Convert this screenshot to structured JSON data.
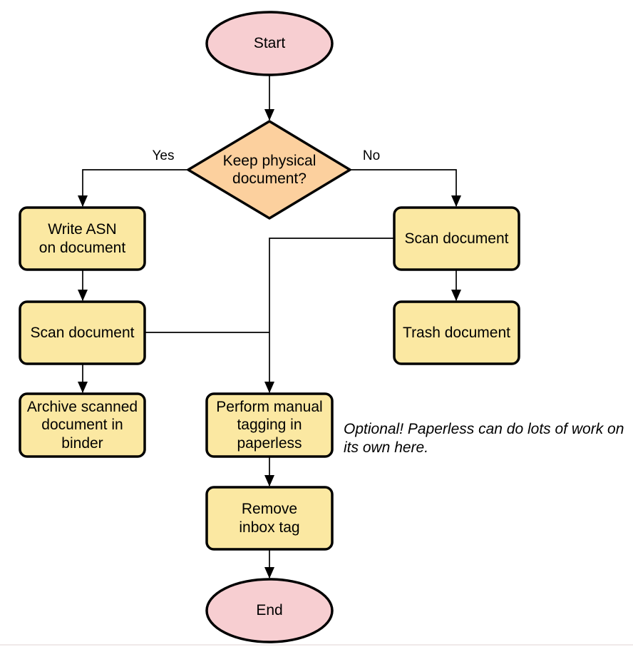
{
  "diagram": {
    "type": "flowchart",
    "colors": {
      "terminal_fill": "#f7ced1",
      "decision_fill": "#fcd09e",
      "process_fill": "#fbe8a2",
      "shape_stroke": "#000000",
      "connector_stroke": "#000000",
      "text_color": "#000000"
    },
    "nodes": {
      "start": {
        "shape": "ellipse",
        "label": "Start"
      },
      "decision": {
        "shape": "diamond",
        "label": "Keep physical\ndocument?"
      },
      "write_asn": {
        "shape": "process",
        "label": "Write ASN\non document"
      },
      "scan_left": {
        "shape": "process",
        "label": "Scan document"
      },
      "archive": {
        "shape": "process",
        "label": "Archive scanned\ndocument in\nbinder"
      },
      "scan_right": {
        "shape": "process",
        "label": "Scan document"
      },
      "trash": {
        "shape": "process",
        "label": "Trash document"
      },
      "tagging": {
        "shape": "process",
        "label": "Perform manual\ntagging in\npaperless"
      },
      "remove_inbox": {
        "shape": "process",
        "label": "Remove\ninbox tag"
      },
      "end": {
        "shape": "ellipse",
        "label": "End"
      }
    },
    "edge_labels": {
      "yes": "Yes",
      "no": "No"
    },
    "edges": [
      {
        "from": "start",
        "to": "decision"
      },
      {
        "from": "decision",
        "to": "write_asn",
        "label": "Yes"
      },
      {
        "from": "decision",
        "to": "scan_right",
        "label": "No"
      },
      {
        "from": "write_asn",
        "to": "scan_left"
      },
      {
        "from": "scan_left",
        "to": "archive"
      },
      {
        "from": "scan_left",
        "to": "tagging"
      },
      {
        "from": "scan_right",
        "to": "trash"
      },
      {
        "from": "scan_right",
        "to": "tagging"
      },
      {
        "from": "tagging",
        "to": "remove_inbox"
      },
      {
        "from": "remove_inbox",
        "to": "end"
      }
    ],
    "note": "Optional! Paperless can do lots of work on\nits own here."
  }
}
